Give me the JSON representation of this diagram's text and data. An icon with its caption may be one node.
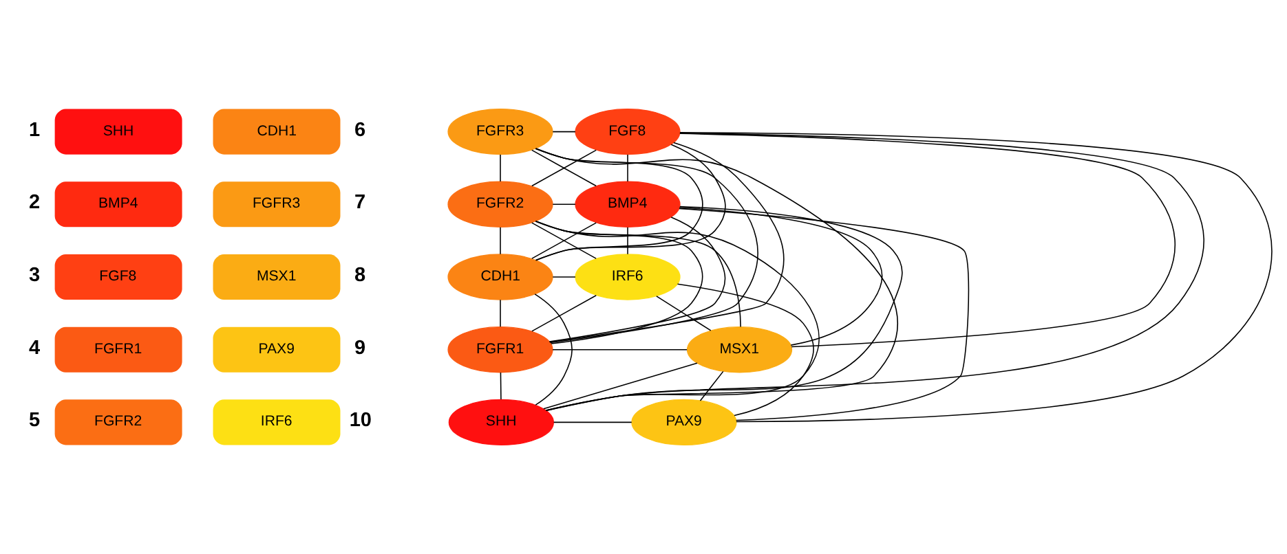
{
  "diagram": {
    "nodes": [
      {
        "text": [
          "SHH"
        ],
        "beside": [
          "1"
        ]
      },
      {
        "text": [
          "BMP4"
        ],
        "beside": [
          "2"
        ]
      },
      {
        "text": [
          "FGF8"
        ],
        "beside": [
          "3"
        ]
      },
      {
        "text": [
          "FGFR1"
        ],
        "beside": [
          "4"
        ]
      },
      {
        "text": [
          "FGFR2"
        ],
        "beside": [
          "5"
        ]
      },
      {
        "text": [
          "CDH1"
        ],
        "beside": [
          "6"
        ]
      },
      {
        "text": [
          "FGFR3"
        ],
        "beside": [
          "7"
        ]
      },
      {
        "text": [
          "MSX1"
        ],
        "beside": [
          "8"
        ]
      },
      {
        "text": [
          "PAX9"
        ],
        "beside": [
          "9"
        ]
      },
      {
        "text": [
          "IRF6"
        ],
        "beside": [
          "10"
        ]
      },
      {
        "text": [
          "FGFR3"
        ]
      },
      {
        "text": [
          "FGF8"
        ]
      },
      {
        "text": [
          "FGFR2"
        ]
      },
      {
        "text": [
          "BMP4"
        ]
      },
      {
        "text": [
          "CDH1"
        ]
      },
      {
        "text": [
          "IRF6"
        ]
      },
      {
        "text": [
          "FGFR1"
        ]
      },
      {
        "text": [
          "MSX1"
        ]
      },
      {
        "text": [
          "SHH"
        ]
      },
      {
        "text": [
          "PAX9"
        ]
      }
    ],
    "edges": [
      {
        "from": 10,
        "to": 11,
        "arrow": "none"
      },
      {
        "from": 10,
        "to": 13,
        "arrow": "none"
      },
      {
        "from": 10,
        "to": 12,
        "arrow": "none"
      },
      {
        "from": 10,
        "to": 14,
        "arrow": "none"
      },
      {
        "from": 10,
        "to": 16,
        "arrow": "none"
      },
      {
        "from": 10,
        "to": 18,
        "arrow": "none"
      },
      {
        "from": 11,
        "to": 12,
        "arrow": "none"
      },
      {
        "from": 11,
        "to": 14,
        "arrow": "none"
      },
      {
        "from": 11,
        "to": 16,
        "arrow": "none"
      },
      {
        "from": 11,
        "to": 18,
        "arrow": "none"
      },
      {
        "from": 11,
        "to": 19,
        "arrow": "none"
      },
      {
        "from": 11,
        "to": 17,
        "arrow": "none"
      },
      {
        "from": 11,
        "to": 13,
        "arrow": "none"
      },
      {
        "from": 12,
        "to": 13,
        "arrow": "none"
      },
      {
        "from": 12,
        "to": 15,
        "arrow": "none"
      },
      {
        "from": 12,
        "to": 17,
        "arrow": "none"
      },
      {
        "from": 12,
        "to": 14,
        "arrow": "none"
      },
      {
        "from": 12,
        "to": 16,
        "arrow": "none"
      },
      {
        "from": 12,
        "to": 18,
        "arrow": "none"
      },
      {
        "from": 13,
        "to": 14,
        "arrow": "none"
      },
      {
        "from": 13,
        "to": 16,
        "arrow": "none"
      },
      {
        "from": 13,
        "to": 18,
        "arrow": "none"
      },
      {
        "from": 13,
        "to": 15,
        "arrow": "none"
      },
      {
        "from": 13,
        "to": 17,
        "arrow": "none"
      },
      {
        "from": 13,
        "to": 19,
        "arrow": "none"
      },
      {
        "from": 15,
        "to": 14,
        "arrow": "none"
      },
      {
        "from": 15,
        "to": 16,
        "arrow": "none"
      },
      {
        "from": 15,
        "to": 17,
        "arrow": "none"
      },
      {
        "from": 15,
        "to": 19,
        "arrow": "none"
      },
      {
        "from": 14,
        "to": 16,
        "arrow": "none"
      },
      {
        "from": 14,
        "to": 18,
        "arrow": "none"
      },
      {
        "from": 16,
        "to": 17,
        "arrow": "none"
      },
      {
        "from": 16,
        "to": 18,
        "arrow": "none"
      },
      {
        "from": 18,
        "to": 19,
        "arrow": "none"
      },
      {
        "from": 18,
        "to": 17,
        "arrow": "none"
      },
      {
        "from": 17,
        "to": 19,
        "arrow": "none"
      }
    ]
  }
}
